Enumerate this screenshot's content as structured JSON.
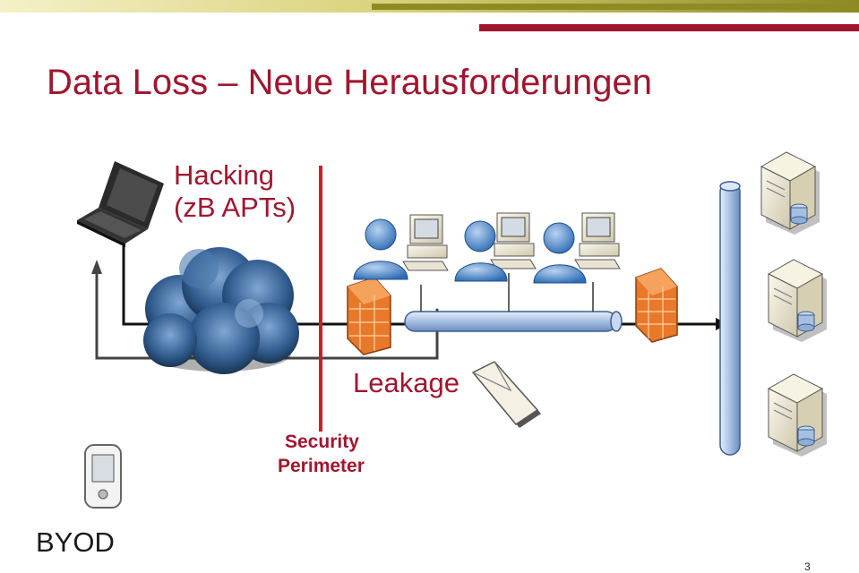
{
  "slide": {
    "title": "Data Loss – Neue Herausforderungen",
    "page_number": "3"
  },
  "labels": {
    "hacking_line1": "Hacking",
    "hacking_line2": "(zB APTs)",
    "leakage": "Leakage",
    "security_line1": "Security",
    "security_line2": "Perimeter",
    "byod": "BYOD"
  },
  "colors": {
    "accent_red": "#a0162f",
    "olive": "#a9a32e",
    "firewall_orange": "#e8782a",
    "pipe_blue": "#9db8de",
    "user_blue": "#4a7fc1"
  },
  "icons": {
    "attacker": "laptop-icon",
    "internet": "cloud-icon",
    "users": "user-workstation-icon",
    "firewalls": "firewall-icon",
    "message": "envelope-icon",
    "device": "pda-icon",
    "servers": "server-icon"
  }
}
